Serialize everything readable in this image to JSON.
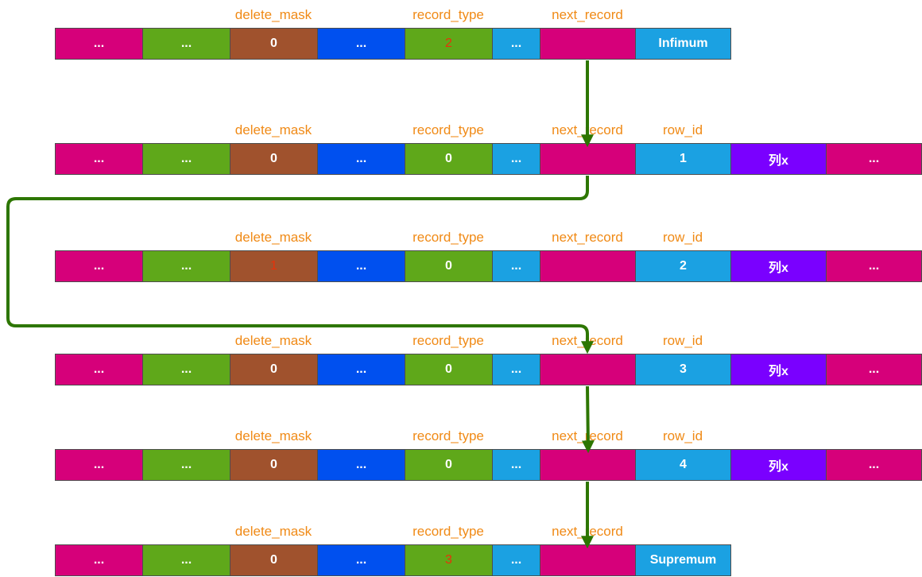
{
  "labels": {
    "delete_mask": "delete_mask",
    "record_type": "record_type",
    "next_record": "next_record",
    "row_id": "row_id"
  },
  "records": [
    {
      "name": "infimum",
      "cells": [
        "...",
        "...",
        "0",
        "...",
        "2",
        "...",
        "",
        "Infimum"
      ],
      "has_row_id": false
    },
    {
      "name": "row-1",
      "cells": [
        "...",
        "...",
        "0",
        "...",
        "0",
        "...",
        "",
        "1",
        "列x",
        "..."
      ],
      "has_row_id": true
    },
    {
      "name": "row-2",
      "cells": [
        "...",
        "...",
        "1",
        "...",
        "0",
        "...",
        "",
        "2",
        "列x",
        "..."
      ],
      "has_row_id": true
    },
    {
      "name": "row-3",
      "cells": [
        "...",
        "...",
        "0",
        "...",
        "0",
        "...",
        "",
        "3",
        "列x",
        "..."
      ],
      "has_row_id": true
    },
    {
      "name": "row-4",
      "cells": [
        "...",
        "...",
        "0",
        "...",
        "0",
        "...",
        "",
        "4",
        "列x",
        "..."
      ],
      "has_row_id": true
    },
    {
      "name": "supremum",
      "cells": [
        "...",
        "...",
        "0",
        "...",
        "3",
        "...",
        "",
        "Supremum"
      ],
      "has_row_id": false
    }
  ],
  "colors": {
    "field_magenta": "#d6007a",
    "field_green": "#5fa81a",
    "field_brown": "#a0522d",
    "field_blue": "#0050ef",
    "field_sky": "#1ba1e2",
    "field_purple": "#7a00ff",
    "label_orange": "#f08a16",
    "highlight_red": "#e8320a",
    "arrow_green": "#2d7600"
  }
}
